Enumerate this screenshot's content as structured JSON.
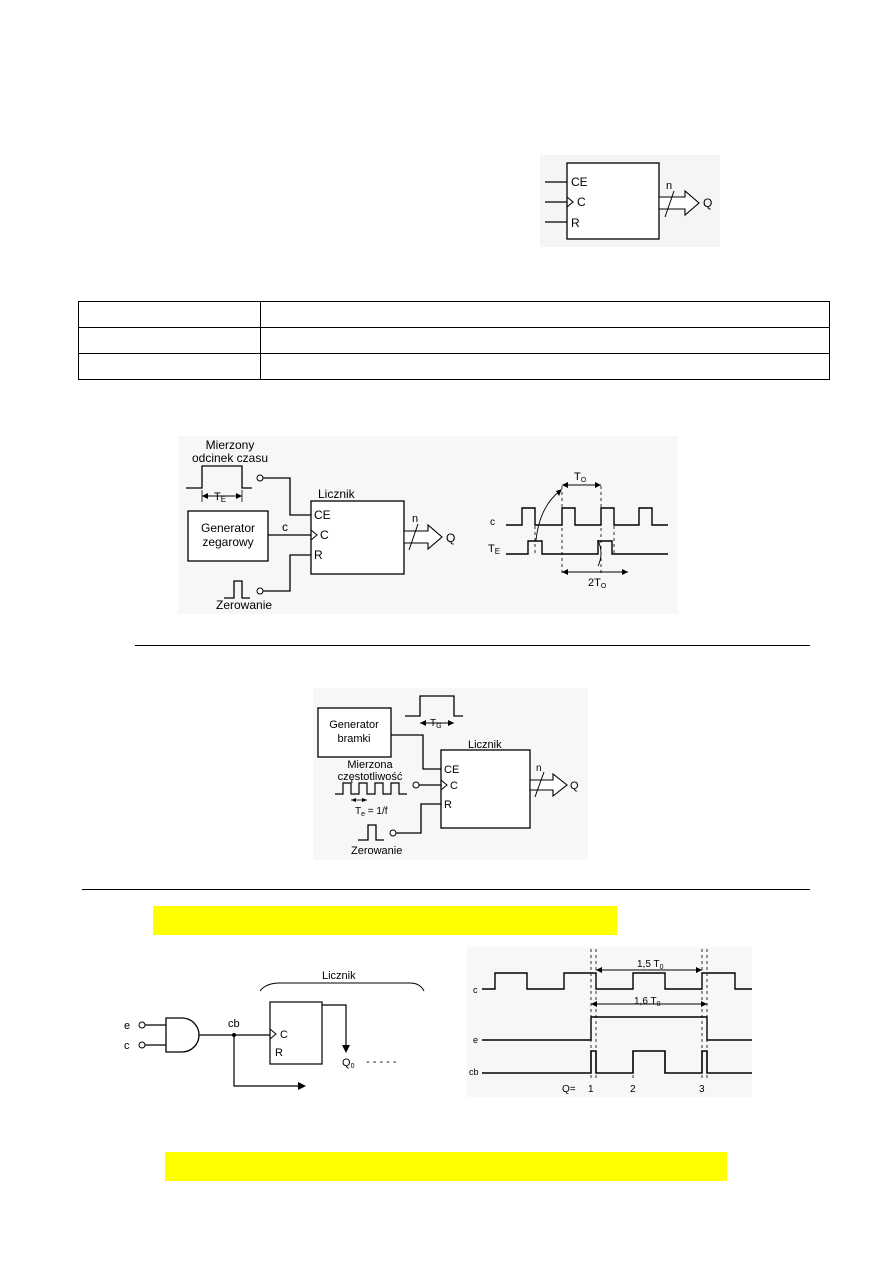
{
  "counter_symbol": {
    "inputs": [
      "CE",
      "C",
      "R"
    ],
    "bus_width": "n",
    "output": "Q"
  },
  "fig_time": {
    "measured_interval_l1": "Mierzony",
    "measured_interval_l2": "odcinek czasu",
    "te": "T",
    "te_sub": "E",
    "generator_l1": "Generator",
    "generator_l2": "zegarowy",
    "c_label": "c",
    "counter_title": "Licznik",
    "ce": "CE",
    "c": "C",
    "r": "R",
    "n": "n",
    "q": "Q",
    "reset": "Zerowanie",
    "wave_c": "c",
    "wave_te": "T",
    "wave_te_sub": "E",
    "to": "T",
    "to_sub": "O",
    "two_to": "2T",
    "two_to_sub": "O"
  },
  "fig_freq": {
    "gate_gen_l1": "Generator",
    "gate_gen_l2": "bramki",
    "tg": "T",
    "tg_sub": "G",
    "counter_title": "Licznik",
    "measured_l1": "Mierzona",
    "measured_l2": "częstotliwość",
    "tf": "T",
    "tf_sub": "e",
    "tf_rest": " = 1/f",
    "ce": "CE",
    "c": "C",
    "r": "R",
    "n": "n",
    "q": "Q",
    "reset": "Zerowanie"
  },
  "fig_gate": {
    "in_e": "e",
    "in_c": "c",
    "cb": "cb",
    "counter_title": "Licznik",
    "c": "C",
    "r": "R",
    "q0": "Q",
    "q0_sub": "0",
    "dashes": "- - - - -",
    "wave_c": "c",
    "wave_e": "e",
    "wave_cb": "cb",
    "t15": "1,5 T",
    "t15_sub": "0",
    "t16": "1,6 T",
    "t16_sub": "0",
    "q_eq": "Q=",
    "q1": "1",
    "q2": "2",
    "q3": "3"
  }
}
